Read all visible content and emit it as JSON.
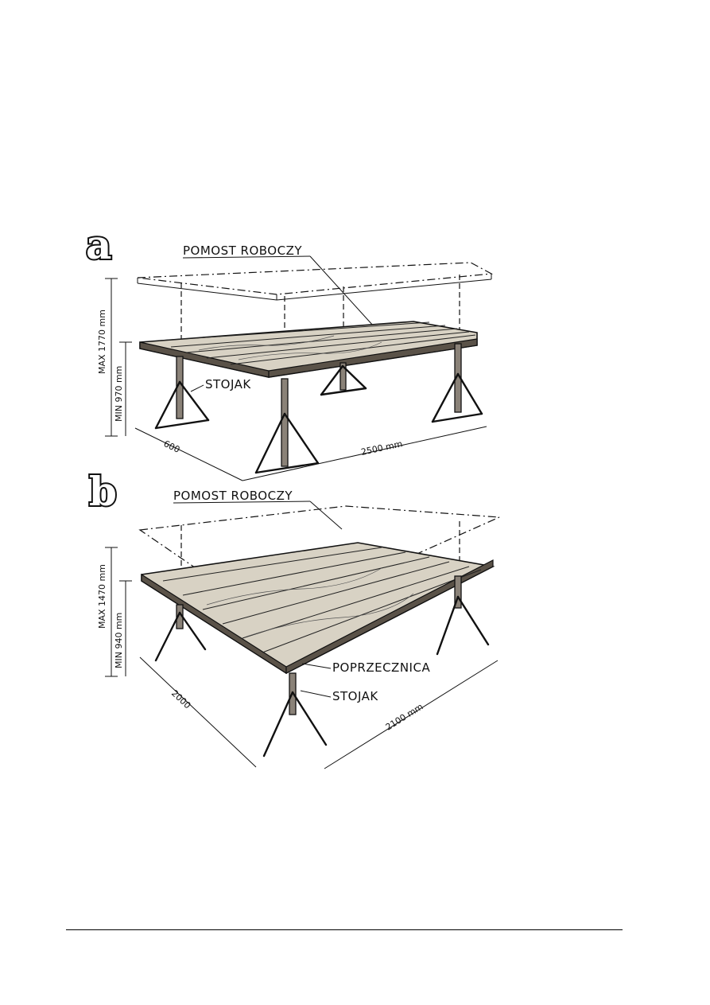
{
  "figure_a": {
    "letter": "a",
    "label_platform": "POMOST ROBOCZY",
    "label_stand": "STOJAK",
    "dim_max_height": "MAX 1770 mm",
    "dim_min_height": "MIN 970 mm",
    "dim_width": "600",
    "dim_length": "2500 mm"
  },
  "figure_b": {
    "letter": "b",
    "label_platform": "POMOST ROBOCZY",
    "label_crossbar": "POPRZECZNICA",
    "label_stand": "STOJAK",
    "dim_max_height": "MAX 1470 mm",
    "dim_min_height": "MIN 940 mm",
    "dim_width": "2000",
    "dim_length": "2100 mm"
  }
}
